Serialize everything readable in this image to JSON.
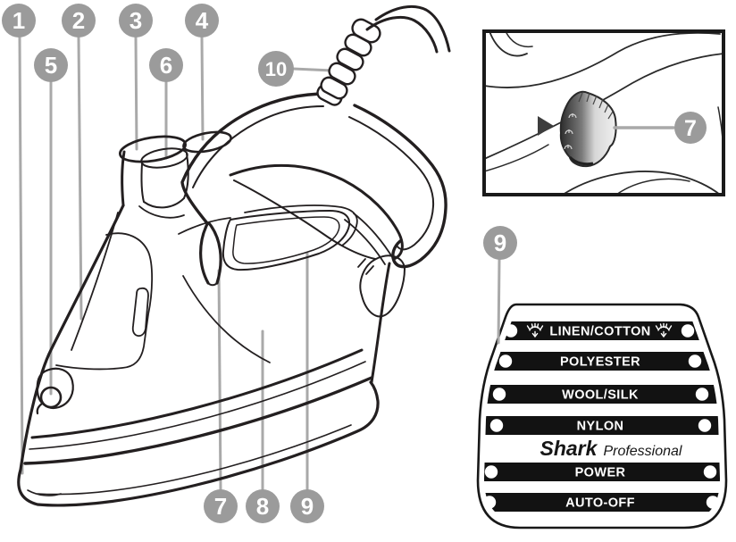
{
  "diagram": {
    "type": "product-parts-diagram",
    "subject": "steam iron line drawing with numbered callouts, steam-dial inset and fabric-setting label panel",
    "callouts": {
      "n1": "1",
      "n2": "2",
      "n3": "3",
      "n4": "4",
      "n5": "5",
      "n6": "6",
      "n7": "7",
      "n8": "8",
      "n9": "9",
      "n10": "10"
    }
  },
  "label_panel": {
    "bands": [
      {
        "label": "LINEN/COTTON"
      },
      {
        "label": "POLYESTER"
      },
      {
        "label": "WOOL/SILK"
      },
      {
        "label": "NYLON"
      },
      {
        "label": "POWER"
      },
      {
        "label": "AUTO-OFF"
      }
    ],
    "brand": {
      "name": "Shark",
      "qualifier": "Professional"
    }
  },
  "colors": {
    "callout_circle": "#9b9b9b",
    "leader_line": "#a9a9a9",
    "line_art_ink": "#231f20",
    "band_black": "#121212"
  },
  "icons": {
    "steam": "steam-burst-icon",
    "pointer": "triangle-pointer-icon"
  }
}
